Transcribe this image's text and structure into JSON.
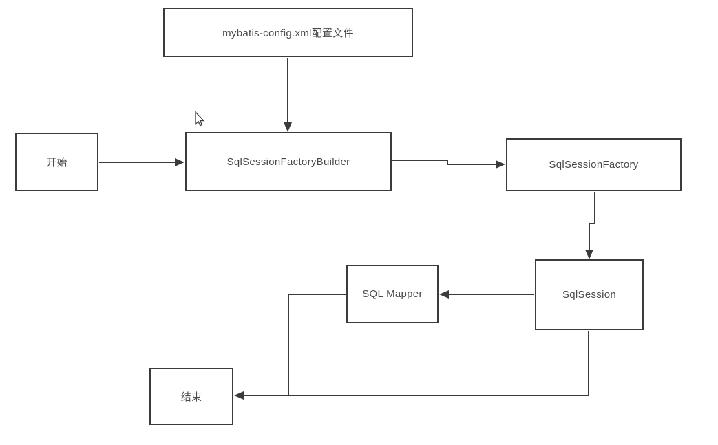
{
  "diagram": {
    "type": "flowchart",
    "nodes": [
      {
        "id": "config",
        "label": "mybatis-config.xml配置文件"
      },
      {
        "id": "start",
        "label": "开始"
      },
      {
        "id": "builder",
        "label": "SqlSessionFactoryBuilder"
      },
      {
        "id": "factory",
        "label": "SqlSessionFactory"
      },
      {
        "id": "session",
        "label": "SqlSession"
      },
      {
        "id": "mapper",
        "label": "SQL Mapper"
      },
      {
        "id": "end",
        "label": "结束"
      }
    ],
    "edges": [
      {
        "from": "mybatis-config.xml配置文件",
        "to": "SqlSessionFactoryBuilder"
      },
      {
        "from": "开始",
        "to": "SqlSessionFactoryBuilder"
      },
      {
        "from": "SqlSessionFactoryBuilder",
        "to": "SqlSessionFactory"
      },
      {
        "from": "SqlSessionFactory",
        "to": "SqlSession"
      },
      {
        "from": "SqlSession",
        "to": "SQL Mapper"
      },
      {
        "from": "SQL Mapper",
        "to": "结束"
      },
      {
        "from": "SqlSession",
        "to": "结束"
      }
    ],
    "colors": {
      "line": "#3b3b3b",
      "box_border": "#3b3b3b",
      "box_fill": "#ffffff",
      "text": "#4a4a4a",
      "background": "#ffffff"
    }
  }
}
